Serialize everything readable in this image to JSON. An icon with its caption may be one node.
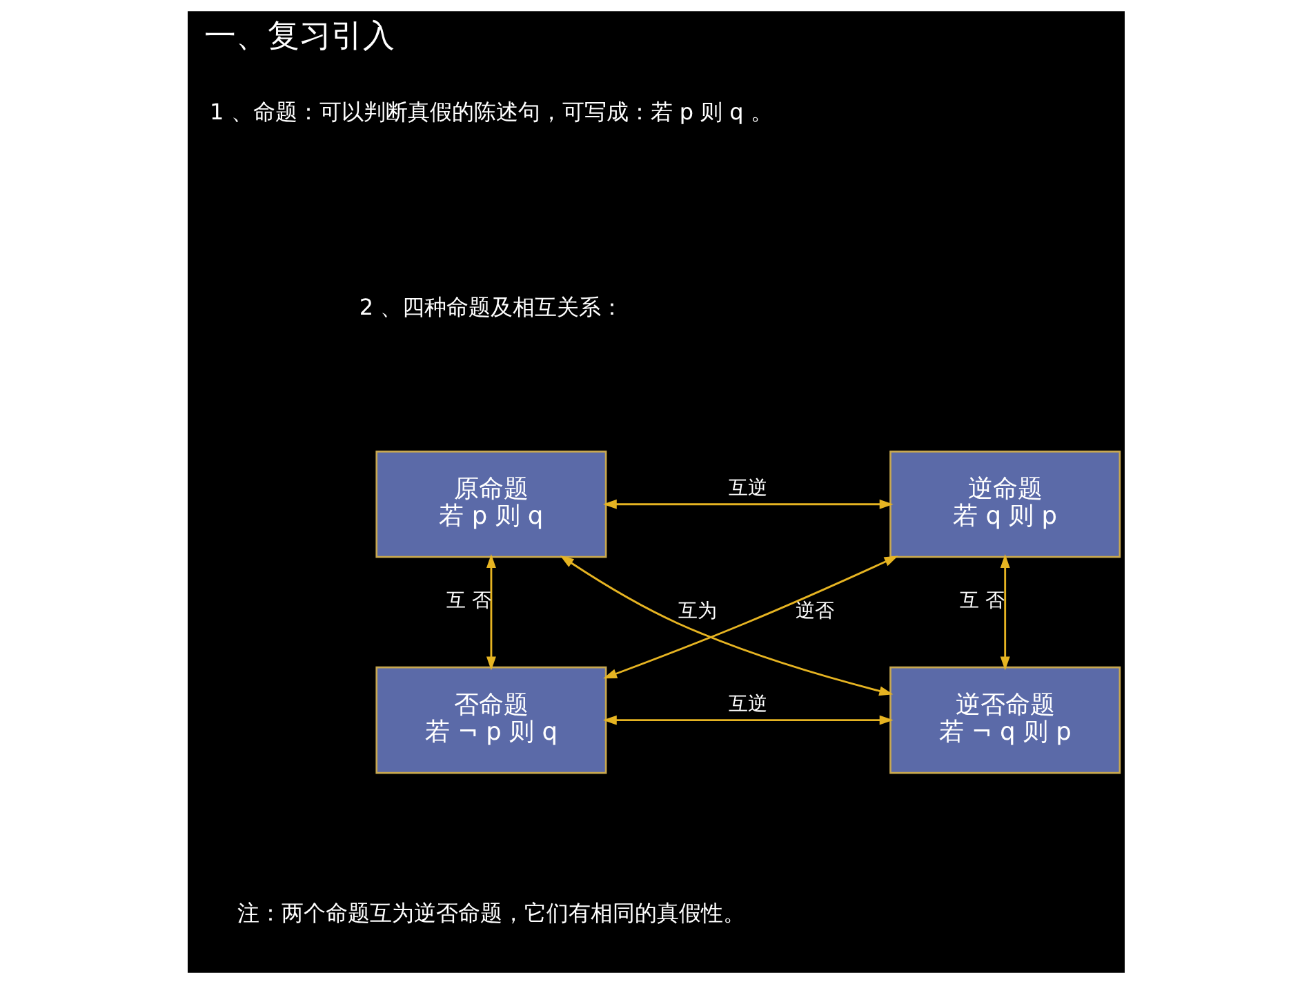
{
  "diagram": {
    "title": "一、复习引入",
    "nodes": [
      {
        "text": [
          "原命题",
          "若 p 则 q"
        ]
      },
      {
        "text": [
          "逆命题",
          "若 q 则 p"
        ]
      },
      {
        "text": [
          "否命题",
          "若 ¬ p 则 q"
        ]
      },
      {
        "text": [
          "逆否命题",
          "若 ¬ q 则 p"
        ]
      }
    ],
    "edges": [
      {
        "from": 0,
        "to": 1,
        "arrow": "both",
        "label": "互逆"
      },
      {
        "from": 0,
        "to": 2,
        "arrow": "both",
        "label": "互 否"
      },
      {
        "from": 1,
        "to": 3,
        "arrow": "both",
        "label": "互 否"
      },
      {
        "from": 0,
        "to": 3,
        "arrow": "both",
        "label": "互为"
      },
      {
        "from": 1,
        "to": 2,
        "arrow": "both",
        "label": "逆否"
      },
      {
        "from": 2,
        "to": 3,
        "arrow": "both",
        "label": "互逆"
      }
    ],
    "labels": [
      "1 、命题：可以判断真假的陈述句，可写成：若 p 则 q 。",
      "2 、四种命题及相互关系：",
      "注：两个命题互为逆否命题，它们有相同的真假性。"
    ]
  }
}
